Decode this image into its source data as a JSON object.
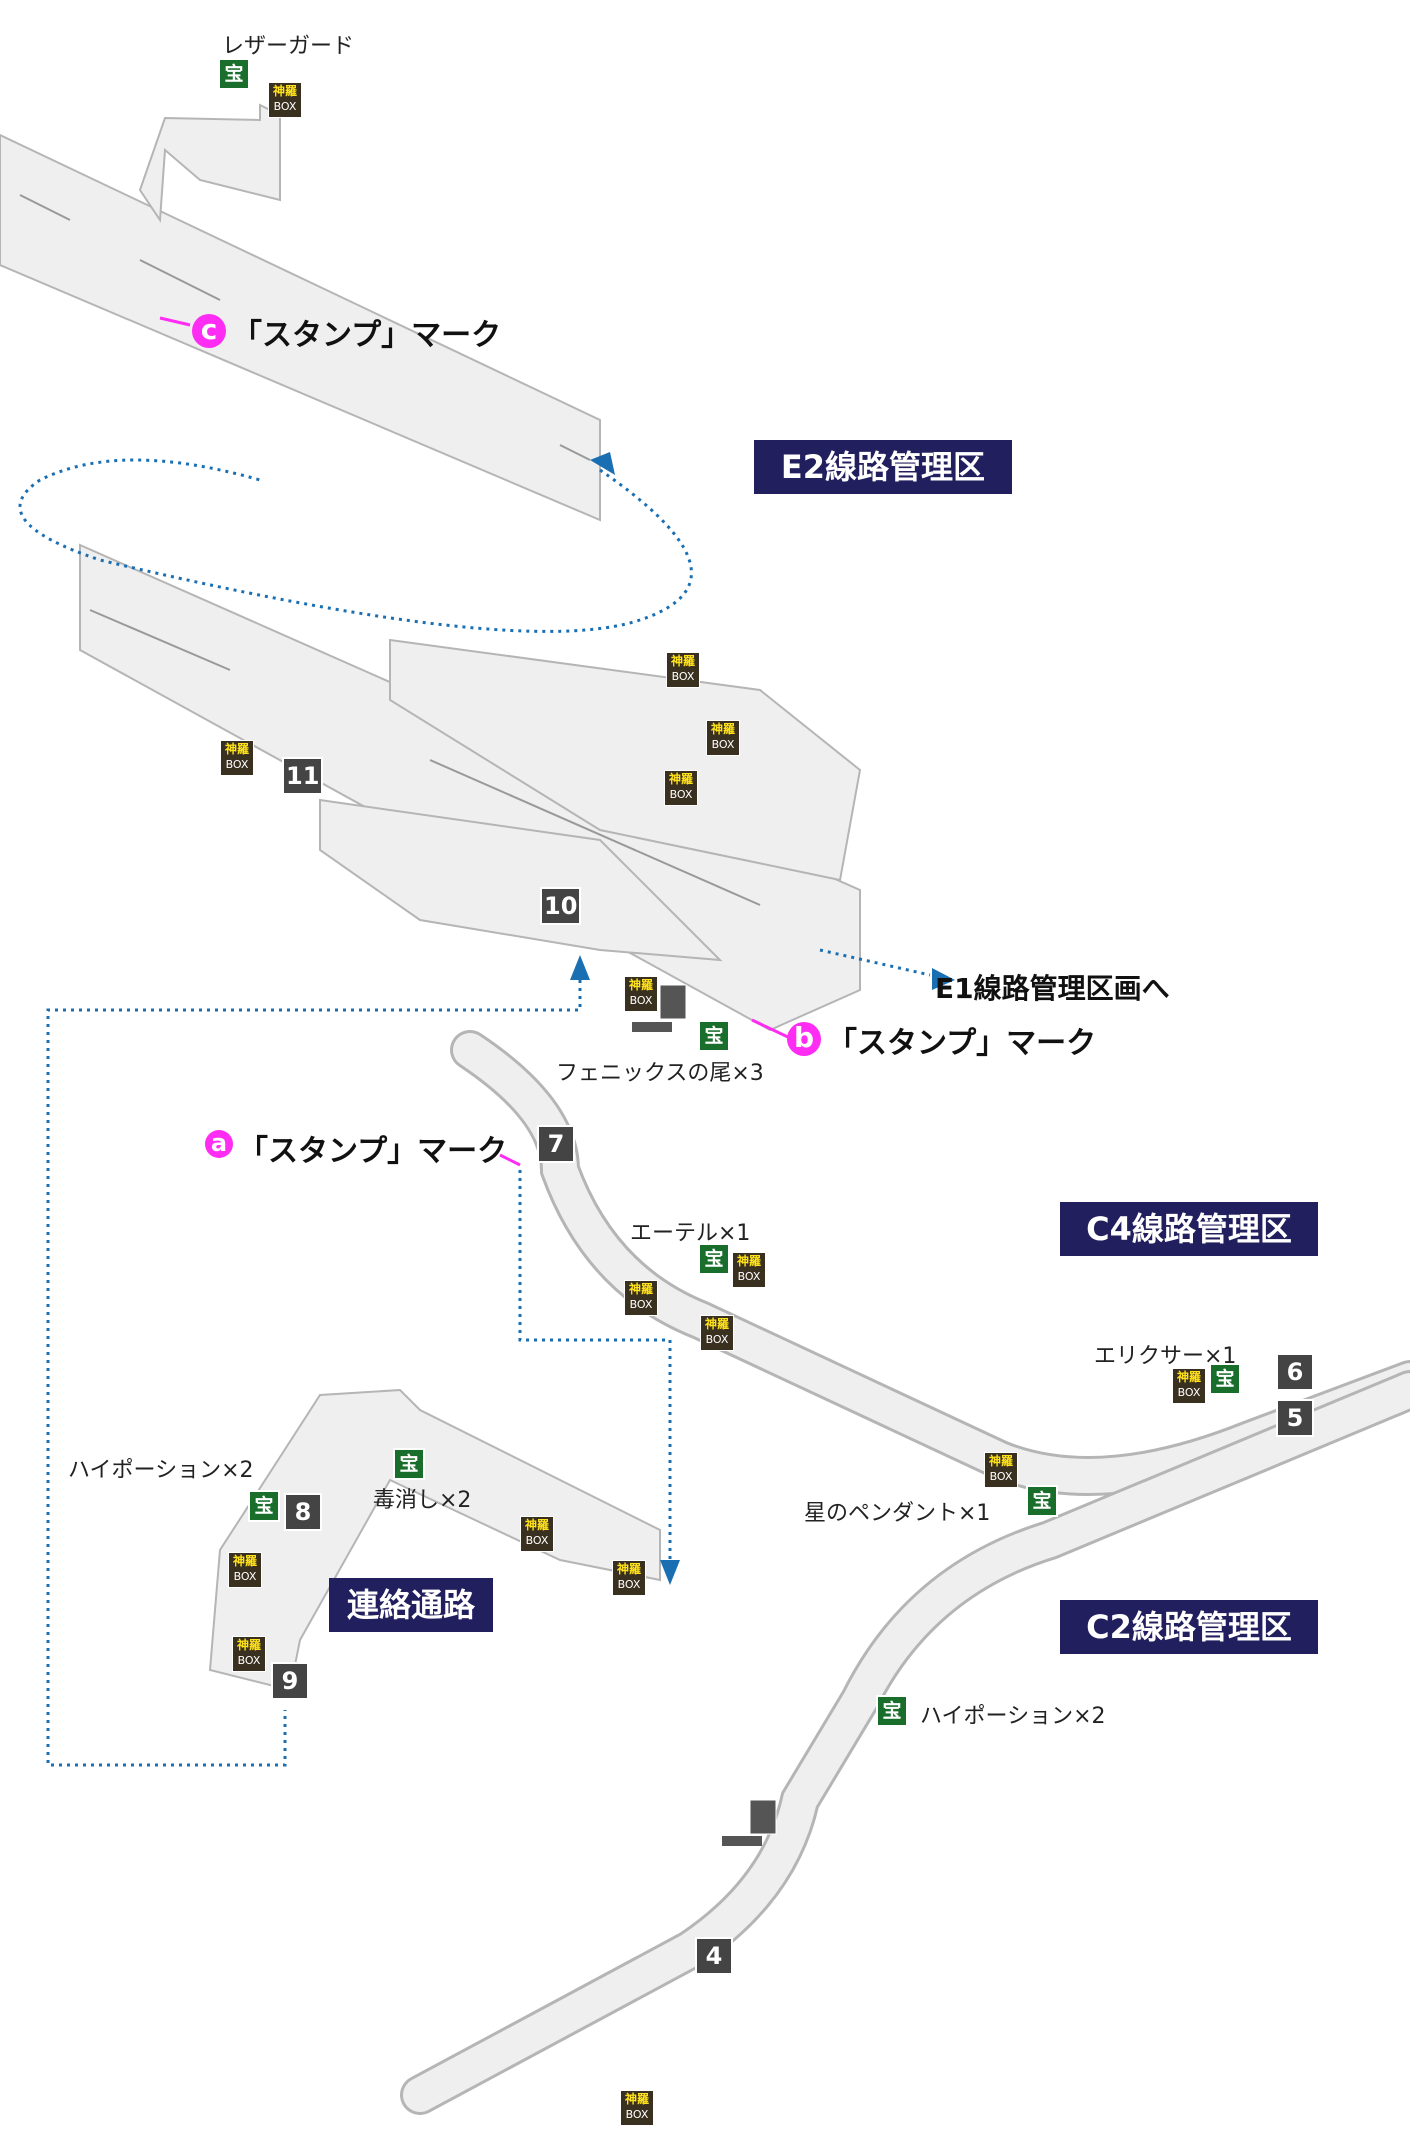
{
  "labels": {
    "laser_guard": "レザーガード",
    "phoenix": "フェニックスの尾×3",
    "ether": "エーテル×1",
    "elixir": "エリクサー×1",
    "hipotion_left": "ハイポーション×2",
    "antidote": "毒消し×2",
    "star_pendant": "星のペンダント×1",
    "hipotion_right": "ハイポーション×2"
  },
  "stamps": {
    "a": {
      "letter": "a",
      "text": "「スタンプ」マーク"
    },
    "b": {
      "letter": "b",
      "text": "「スタンプ」マーク"
    },
    "c": {
      "letter": "c",
      "text": "「スタンプ」マーク"
    }
  },
  "destination": "E1線路管理区画へ",
  "zones": {
    "e2": "E2線路管理区",
    "c4": "C4線路管理区",
    "c2": "C2線路管理区",
    "connector": "連絡通路"
  },
  "numbers": {
    "n4": "4",
    "n5": "5",
    "n6": "6",
    "n7": "7",
    "n8": "8",
    "n9": "9",
    "n10": "10",
    "n11": "11"
  },
  "icons": {
    "treasure": "宝",
    "box_top": "神羅",
    "box_bottom": "BOX"
  },
  "colors": {
    "zone_bg": "#221f5e",
    "stamp_marker": "#ff2cf3",
    "route": "#1a6fb3",
    "treasure": "#1a6e2b",
    "track": "#eeeeee"
  }
}
